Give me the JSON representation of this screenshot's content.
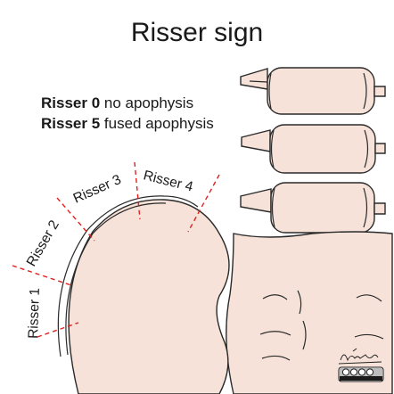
{
  "title": "Risser sign",
  "legend": [
    {
      "label": "Risser 0",
      "description": " no apophysis"
    },
    {
      "label": "Risser 5",
      "description": " fused apophysis"
    }
  ],
  "stages": {
    "r1": "Risser 1",
    "r2": "Risser 2",
    "r3": "Risser 3",
    "r4": "Risser 4"
  },
  "colors": {
    "bone": "#f6e2d8",
    "outline": "#2a2a2a",
    "divider": "#e02020",
    "text": "#1a1a1a"
  },
  "signature": "handwritten author signature",
  "license_badge": "cc-by-nc-sa-icon"
}
